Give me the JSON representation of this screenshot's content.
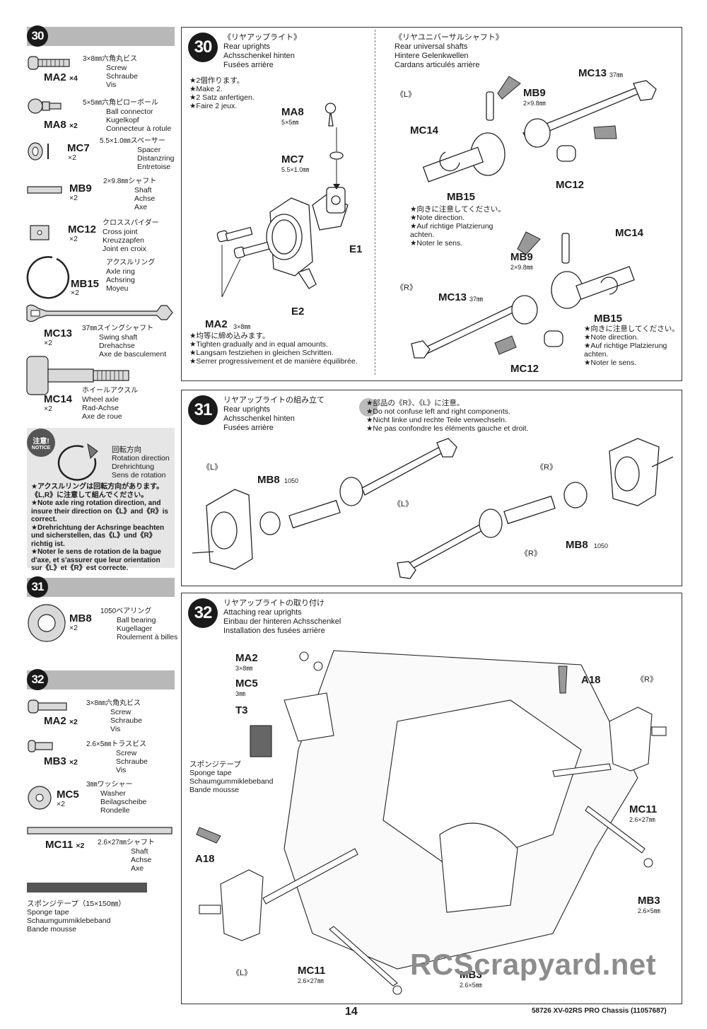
{
  "sidebar": {
    "step30": {
      "number": "30",
      "parts": [
        {
          "code": "MA2",
          "qty": "×4",
          "jp": "3×8㎜六角丸ビス",
          "en": "Screw",
          "de": "Schraube",
          "fr": "Vis"
        },
        {
          "code": "MA8",
          "qty": "×2",
          "jp": "5×5㎜六角ピローボール",
          "en": "Ball connector",
          "de": "Kugelkopf",
          "fr": "Connecteur à rotule"
        },
        {
          "code": "MC7",
          "qty": "×2",
          "jp": "5.5×1.0㎜スペーサー",
          "en": "Spacer",
          "de": "Distanzring",
          "fr": "Entretoise"
        },
        {
          "code": "MB9",
          "qty": "×2",
          "jp": "2×9.8㎜シャフト",
          "en": "Shaft",
          "de": "Achse",
          "fr": "Axe"
        },
        {
          "code": "MC12",
          "qty": "×2",
          "jp": "クロススパイダー",
          "en": "Cross joint",
          "de": "Kreuzzapfen",
          "fr": "Joint en croix"
        },
        {
          "code": "MB15",
          "qty": "×2",
          "jp": "アクスルリング",
          "en": "Axle ring",
          "de": "Achsring",
          "fr": "Moyeu"
        },
        {
          "code": "MC13",
          "qty": "×2",
          "jp": "37㎜スイングシャフト",
          "en": "Swing shaft",
          "de": "Drehachse",
          "fr": "Axe de basculement"
        },
        {
          "code": "MC14",
          "qty": "×2",
          "jp": "ホイールアクスル",
          "en": "Wheel axle",
          "de": "Rad-Achse",
          "fr": "Axe de roue"
        }
      ]
    },
    "notice": {
      "badge_jp": "注意!",
      "badge_en": "NOTICE",
      "rotation_jp": "回転方向",
      "rotation_en": "Rotation direction",
      "rotation_de": "Drehrichtung",
      "rotation_fr": "Sens de rotation",
      "lines": [
        "★アクスルリングは回転方向があります。",
        "《L,R》に注意して組んでください。",
        "★Note axle ring rotation direction, and",
        "insure their direction on《L》and《R》is",
        "correct.",
        "★Drehrichtung der Achsringe beachten",
        "und sicherstellen, das《L》und《R》richtig ist.",
        "★Noter le sens de rotation de la bague",
        "d'axe, et s'assurer que leur orientation",
        "sur《L》et《R》est correcte."
      ]
    },
    "step31": {
      "number": "31",
      "parts": [
        {
          "code": "MB8",
          "qty": "×2",
          "jp": "1050ベアリング",
          "en": "Ball bearing",
          "de": "Kugellager",
          "fr": "Roulement à billes"
        }
      ]
    },
    "step32": {
      "number": "32",
      "parts": [
        {
          "code": "MA2",
          "qty": "×2",
          "jp": "3×8㎜六角丸ビス",
          "en": "Screw",
          "de": "Schraube",
          "fr": "Vis"
        },
        {
          "code": "MB3",
          "qty": "×2",
          "jp": "2.6×5㎜トラスビス",
          "en": "Screw",
          "de": "Schraube",
          "fr": "Vis"
        },
        {
          "code": "MC5",
          "qty": "×2",
          "jp": "3㎜ワッシャー",
          "en": "Washer",
          "de": "Beilagscheibe",
          "fr": "Rondelle"
        },
        {
          "code": "MC11",
          "qty": "×2",
          "jp": "2.6×27㎜シャフト",
          "en": "Shaft",
          "de": "Achse",
          "fr": "Axe"
        }
      ],
      "tape": {
        "jp": "スポンジテープ（15×150㎜）",
        "en": "Sponge tape",
        "de": "Schaumgummiklebeband",
        "fr": "Bande mousse"
      }
    }
  },
  "panel30": {
    "number": "30",
    "left": {
      "jp": "《リヤアップライト》",
      "en": "Rear uprights",
      "de": "Achsschenkel hinten",
      "fr": "Fusées arrière",
      "notes": [
        "★2個作ります。",
        "★Make 2.",
        "★2 Satz anfertigen.",
        "★Faire 2 jeux."
      ],
      "labels": {
        "ma8": "MA8",
        "ma8_dim": "5×5㎜",
        "mc7": "MC7",
        "mc7_dim": "5.5×1.0㎜",
        "e1": "E1",
        "e2": "E2",
        "ma2": "MA2",
        "ma2_dim": "3×8㎜"
      },
      "bottom_notes": [
        "★均等に締め込みます。",
        "★Tighten gradually and in equal amounts.",
        "★Langsam festziehen in gleichen Schritten.",
        "★Serrer progressivement et de manière équilibrée."
      ]
    },
    "right": {
      "jp": "《リヤユニバーサルシャフト》",
      "en": "Rear universal shafts",
      "de": "Hintere Gelenkwellen",
      "fr": "Cardans articulés arrière",
      "L": "《L》",
      "R": "《R》",
      "labels": {
        "mc13": "MC13",
        "mc13_dim": "37㎜",
        "mb9": "MB9",
        "mb9_dim": "2×9.8㎜",
        "mc14": "MC14",
        "mc12": "MC12",
        "mb15": "MB15"
      },
      "direction_notes": [
        "★向きに注意してください。",
        "★Note direction.",
        "★Auf richtige Platzierung",
        "achten.",
        "★Noter le sens."
      ]
    }
  },
  "panel31": {
    "number": "31",
    "jp": "リヤアップライトの組み立て",
    "en": "Rear uprights",
    "de": "Achsschenkel hinten",
    "fr": "Fusées arrière",
    "notes": [
      "★部品の《R》、《L》に注意。",
      "★Do not confuse left and right components.",
      "★Nicht linke und rechte Teile verwechseln.",
      "★Ne pas confondre les éléments gauche et droit."
    ],
    "L": "《L》",
    "R": "《R》",
    "mb8": "MB8",
    "mb8_dim": "1050"
  },
  "panel32": {
    "number": "32",
    "jp": "リヤアップライトの取り付け",
    "en": "Attaching rear uprights",
    "de": "Einbau der hinteren Achsschenkel",
    "fr": "Installation des fusées arrière",
    "labels": {
      "ma2": "MA2",
      "ma2_dim": "3×8㎜",
      "mc5": "MC5",
      "mc5_dim": "3㎜",
      "t3": "T3",
      "a18": "A18",
      "R": "《R》",
      "L": "《L》",
      "mc11": "MC11",
      "mc11_dim": "2.6×27㎜",
      "mb3": "MB3",
      "mb3_dim": "2.6×5㎜"
    },
    "tape": [
      "スポンジテープ",
      "Sponge tape",
      "Schaumgummiklebeband",
      "Bande mousse"
    ]
  },
  "footer": {
    "page": "14",
    "model": "58726 XV-02RS PRO Chassis (11057687)",
    "watermark": "RCScrapyard.net"
  }
}
